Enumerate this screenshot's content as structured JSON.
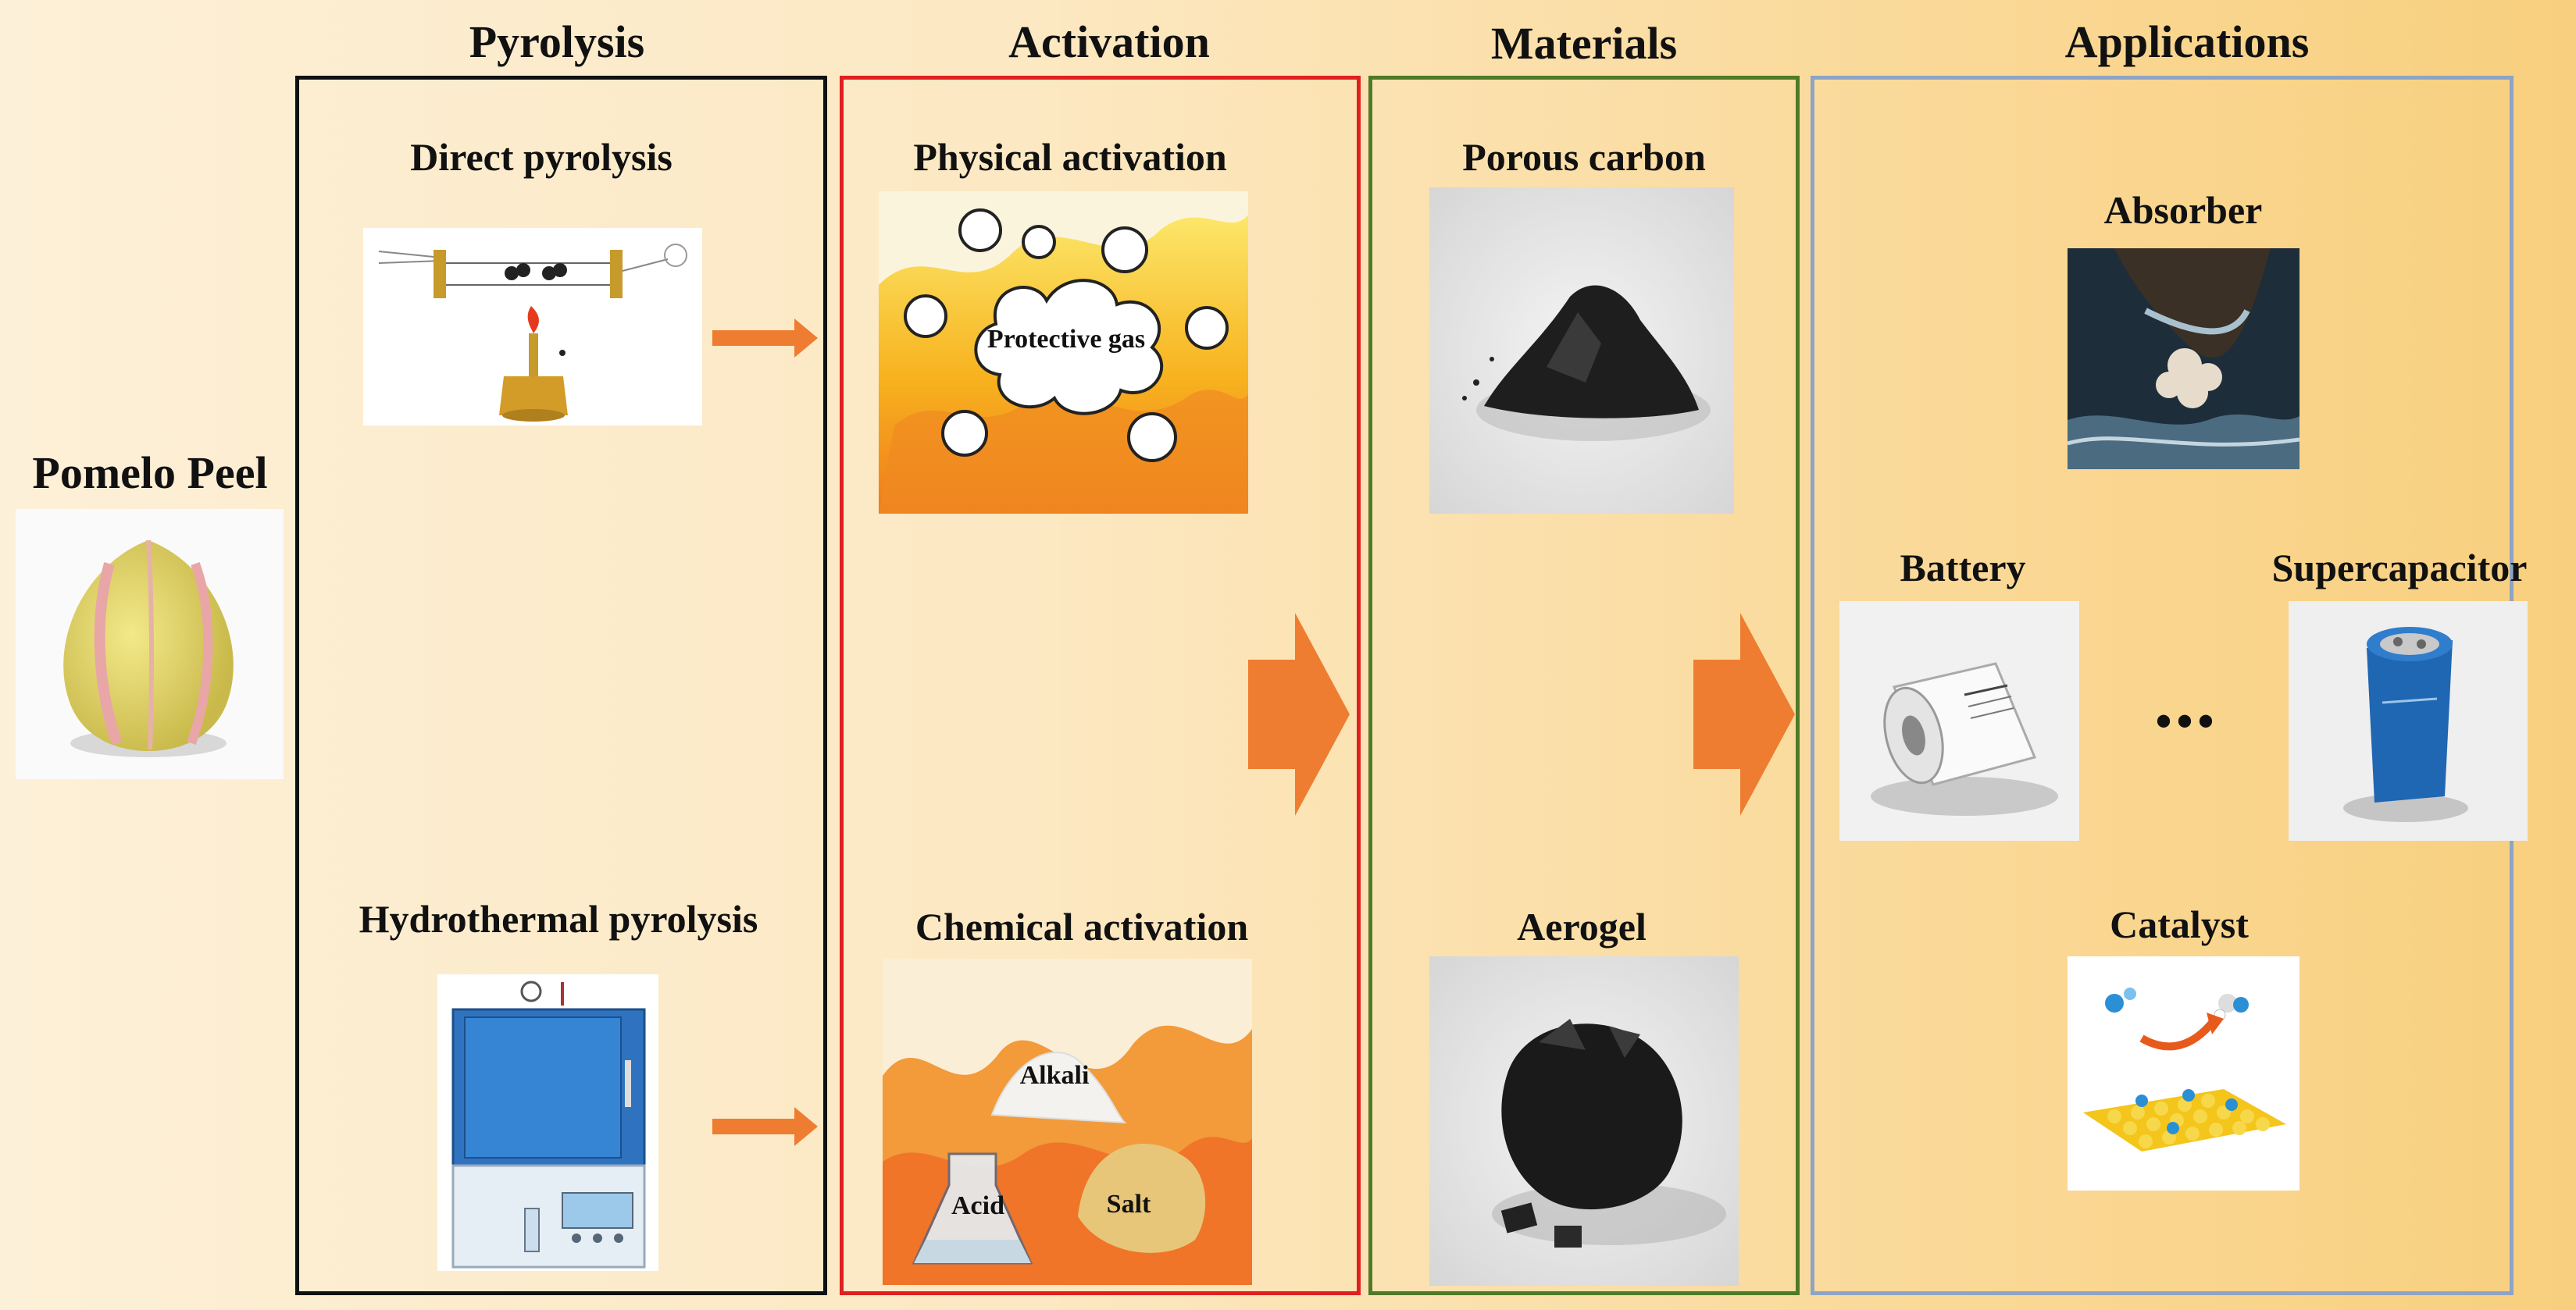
{
  "source": {
    "label": "Pomelo Peel"
  },
  "stages": {
    "pyrolysis": {
      "title": "Pyrolysis",
      "methods": [
        "Direct pyrolysis",
        "Hydrothermal pyrolysis"
      ]
    },
    "activation": {
      "title": "Activation",
      "methods": [
        "Physical activation",
        "Chemical activation"
      ],
      "physical_inner_label": "Protective gas",
      "chemical_labels": [
        "Alkali",
        "Acid",
        "Salt"
      ]
    },
    "materials": {
      "title": "Materials",
      "items": [
        "Porous carbon",
        "Aerogel"
      ]
    },
    "applications": {
      "title": "Applications",
      "items": [
        "Absorber",
        "Battery",
        "Supercapacitor",
        "Catalyst"
      ],
      "ellipsis": "•••"
    }
  },
  "colors": {
    "pyrolysis_border": "#111111",
    "activation_border": "#e02020",
    "materials_border": "#4f7a28",
    "applications_border": "#8fa4c4",
    "arrow": "#ee7d31"
  },
  "icons": [
    "pomelo-photo",
    "tube-furnace-icon",
    "muffle-furnace-icon",
    "flame-cloud-image",
    "chemical-powders-image",
    "porous-carbon-image",
    "aerogel-image",
    "absorber-image",
    "battery-image",
    "supercapacitor-image",
    "catalyst-image"
  ]
}
